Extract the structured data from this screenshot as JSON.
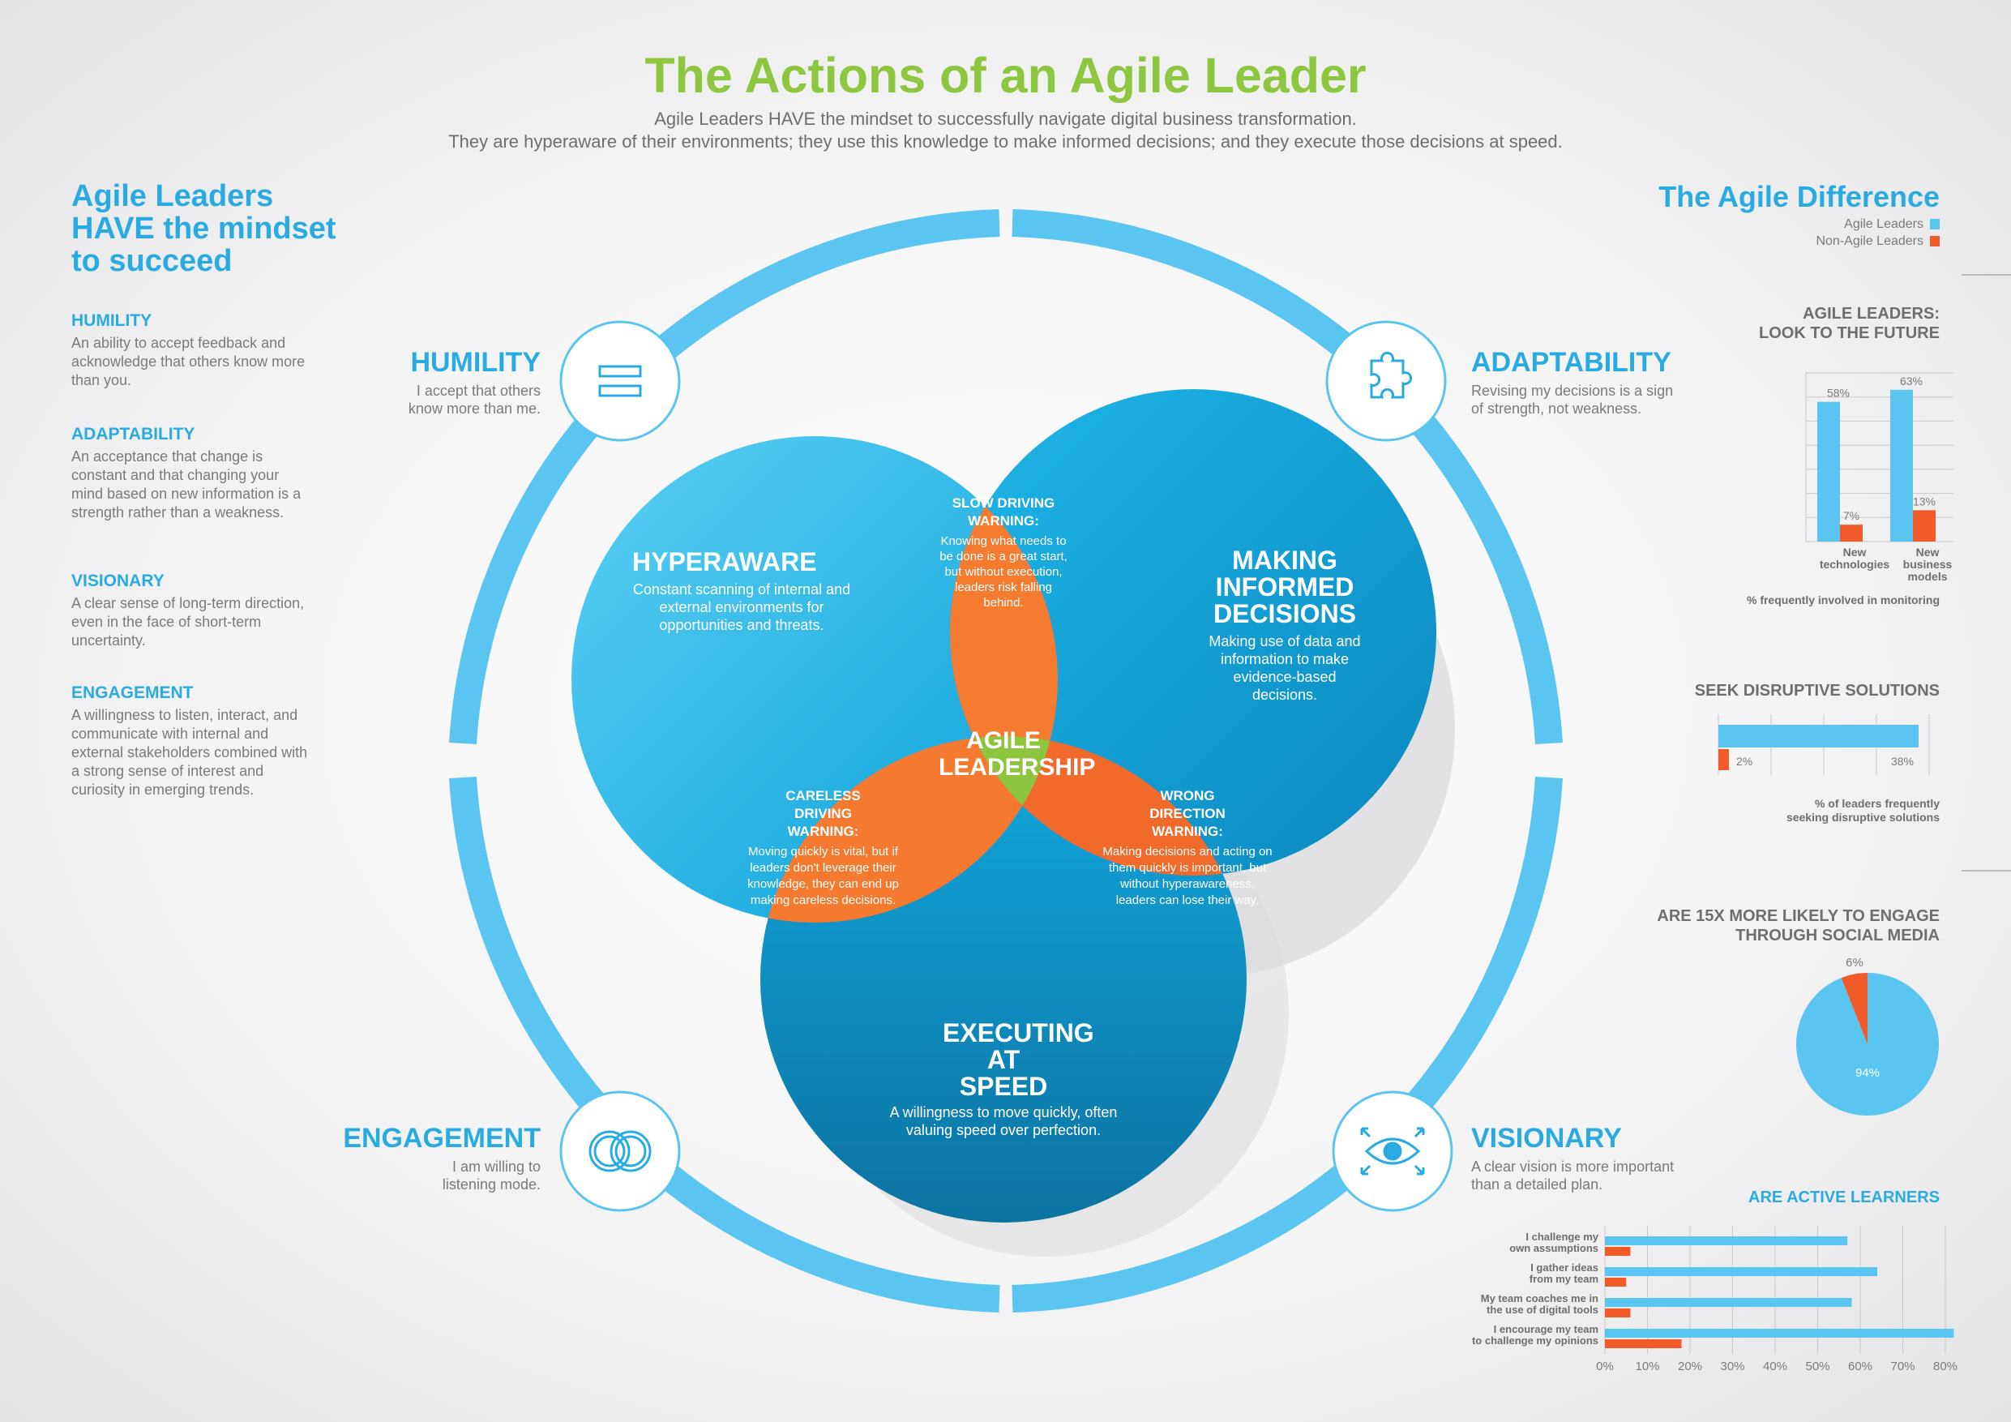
{
  "title": "The Actions of an Agile Leader",
  "subtitle_line1": "Agile Leaders HAVE the mindset to successfully navigate digital business transformation.",
  "subtitle_line2": "They are hyperaware of their environments; they use this knowledge to make informed decisions; and they execute those decisions at speed.",
  "left_panel": {
    "heading": "Agile Leaders HAVE the mindset to succeed",
    "traits": [
      {
        "name": "HUMILITY",
        "text": "An ability to accept feedback and acknowledge that others know more than you."
      },
      {
        "name": "ADAPTABILITY",
        "text": "An acceptance that change is constant and that changing your mind based on new information is a strength rather than a weakness."
      },
      {
        "name": "VISIONARY",
        "text": "A clear sense of long-term direction, even in the face of short-term uncertainty."
      },
      {
        "name": "ENGAGEMENT",
        "text": "A willingness to listen, interact, and communicate with internal and external stakeholders combined with a strong sense of interest and curiosity in emerging trends."
      }
    ]
  },
  "ring_labels": {
    "humility": {
      "title": "HUMILITY",
      "text": "I accept that others know more than me.",
      "icon": "equals-icon"
    },
    "adaptability": {
      "title": "ADAPTABILITY",
      "text": "Revising my decisions is a sign of strength, not weakness.",
      "icon": "puzzle-piece-icon"
    },
    "engagement": {
      "title": "ENGAGEMENT",
      "text": "I am willing to listening mode.",
      "icon": "interlocking-rings-icon"
    },
    "visionary": {
      "title": "VISIONARY",
      "text": "A clear vision is more important than a detailed plan.",
      "icon": "eye-focus-icon"
    }
  },
  "venn": {
    "hyperaware": {
      "title": "HYPERAWARE",
      "text": "Constant scanning of internal and external environments for opportunities and threats."
    },
    "informed": {
      "title": "MAKING INFORMED DECISIONS",
      "text": "Making use of data and information to make evidence-based decisions."
    },
    "speed": {
      "title": "EXECUTING AT SPEED",
      "text": "A willingness to move quickly, often valuing speed over perfection."
    },
    "center": {
      "title": "AGILE LEADERSHIP"
    },
    "slow": {
      "title": "SLOW DRIVING WARNING:",
      "text": "Knowing what needs to be done is a great start, but without execution, leaders risk falling behind."
    },
    "careless": {
      "title": "CARELESS DRIVING WARNING:",
      "text": "Moving quickly is vital, but if leaders don't leverage their knowledge, they can end up making careless decisions."
    },
    "wrong": {
      "title": "WRONG DIRECTION WARNING:",
      "text": "Making decisions and acting on them quickly is important, but without hyperawareness, leaders can lose their way."
    }
  },
  "colors": {
    "agile": "#5bc5f2",
    "non_agile": "#f15a29",
    "title_green": "#8dc63f",
    "heading_blue": "#29abe2",
    "warning_orange": "#f47b30",
    "center_green": "#8cc63f"
  },
  "right_panel": {
    "heading": "The Agile Difference",
    "legend": [
      {
        "label": "Agile Leaders",
        "color": "#5bc5f2"
      },
      {
        "label": "Non-Agile Leaders",
        "color": "#f15a29"
      }
    ]
  },
  "chart_data": [
    {
      "type": "bar",
      "title": "AGILE LEADERS: LOOK TO THE FUTURE",
      "categories": [
        "New technologies",
        "New business models"
      ],
      "series": [
        {
          "name": "Agile Leaders",
          "values": [
            58,
            63
          ]
        },
        {
          "name": "Non-Agile Leaders",
          "values": [
            7,
            13
          ]
        }
      ],
      "value_labels": [
        [
          "58%",
          "63%"
        ],
        [
          "7%",
          "13%"
        ]
      ],
      "ylim": [
        0,
        70
      ],
      "caption": "% frequently involved in monitoring"
    },
    {
      "type": "bar",
      "orientation": "horizontal",
      "title": "SEEK DISRUPTIVE SOLUTIONS",
      "series": [
        {
          "name": "Agile Leaders",
          "values": [
            38
          ]
        },
        {
          "name": "Non-Agile Leaders",
          "values": [
            2
          ]
        }
      ],
      "value_labels": [
        "38%",
        "2%"
      ],
      "xlim": [
        0,
        40
      ],
      "caption": "% of leaders frequently seeking disruptive solutions"
    },
    {
      "type": "pie",
      "title": "ARE 15X MORE LIKELY TO ENGAGE THROUGH SOCIAL MEDIA",
      "series": [
        {
          "name": "Agile Leaders",
          "values": [
            94
          ]
        },
        {
          "name": "Non-Agile Leaders",
          "values": [
            6
          ]
        }
      ],
      "value_labels": [
        "94%",
        "6%"
      ]
    },
    {
      "type": "bar",
      "orientation": "horizontal",
      "title": "ARE ACTIVE LEARNERS",
      "categories": [
        "I challenge my own assumptions",
        "I gather ideas from my team",
        "My team coaches me in the use of digital tools",
        "I encourage my team to challenge my opinions"
      ],
      "category_lines": [
        [
          "I challenge my",
          "own assumptions"
        ],
        [
          "I gather ideas",
          "from my team"
        ],
        [
          "My team coaches me in",
          "the use of digital tools"
        ],
        [
          "I encourage my team",
          "to challenge my opinions"
        ]
      ],
      "series": [
        {
          "name": "Agile Leaders",
          "values": [
            57,
            64,
            58,
            82
          ]
        },
        {
          "name": "Non-Agile Leaders",
          "values": [
            6,
            5,
            6,
            18
          ]
        }
      ],
      "xlim": [
        0,
        80
      ],
      "xticks": [
        "0%",
        "10%",
        "20%",
        "30%",
        "40%",
        "50%",
        "60%",
        "70%",
        "80%"
      ]
    }
  ]
}
